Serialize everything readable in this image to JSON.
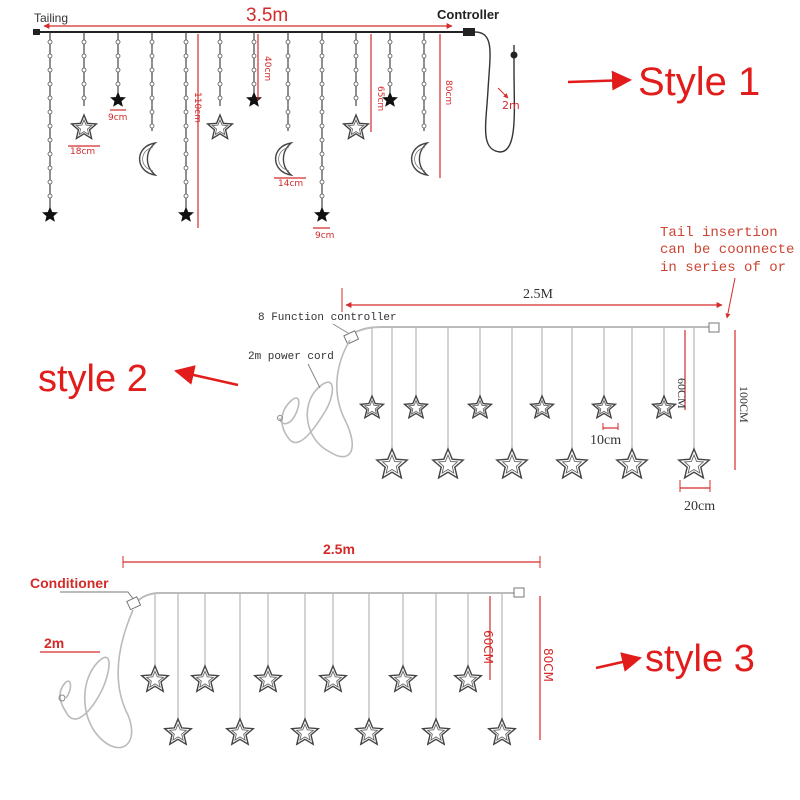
{
  "style1": {
    "title": "Style 1",
    "tailing": "Tailing",
    "width": "3.5m",
    "controller": "Controller",
    "cord": "2m",
    "dims": {
      "d9a": "9cm",
      "d18": "18cm",
      "d110": "110cm",
      "d40": "40cm",
      "d14": "14cm",
      "d9b": "9cm",
      "d65": "65cm",
      "d80": "80cm"
    }
  },
  "style2": {
    "title": "style 2",
    "tail_note": [
      "Tail insertion",
      "can be coonnecte",
      "in series of or"
    ],
    "width": "2.5M",
    "controller": "8 Function controller",
    "power_cord": "2m power cord",
    "d60": "60CM",
    "d100": "100CM",
    "d10": "10cm",
    "d20": "20cm"
  },
  "style3": {
    "title": "style 3",
    "width": "2.5m",
    "conditioner": "Conditioner",
    "cord": "2m",
    "d60": "60CM",
    "d80": "80CM"
  },
  "colors": {
    "accent": "#e21b1b",
    "dimension": "#d42a2a",
    "line": "#333333",
    "wire": "#b8b8b8"
  }
}
